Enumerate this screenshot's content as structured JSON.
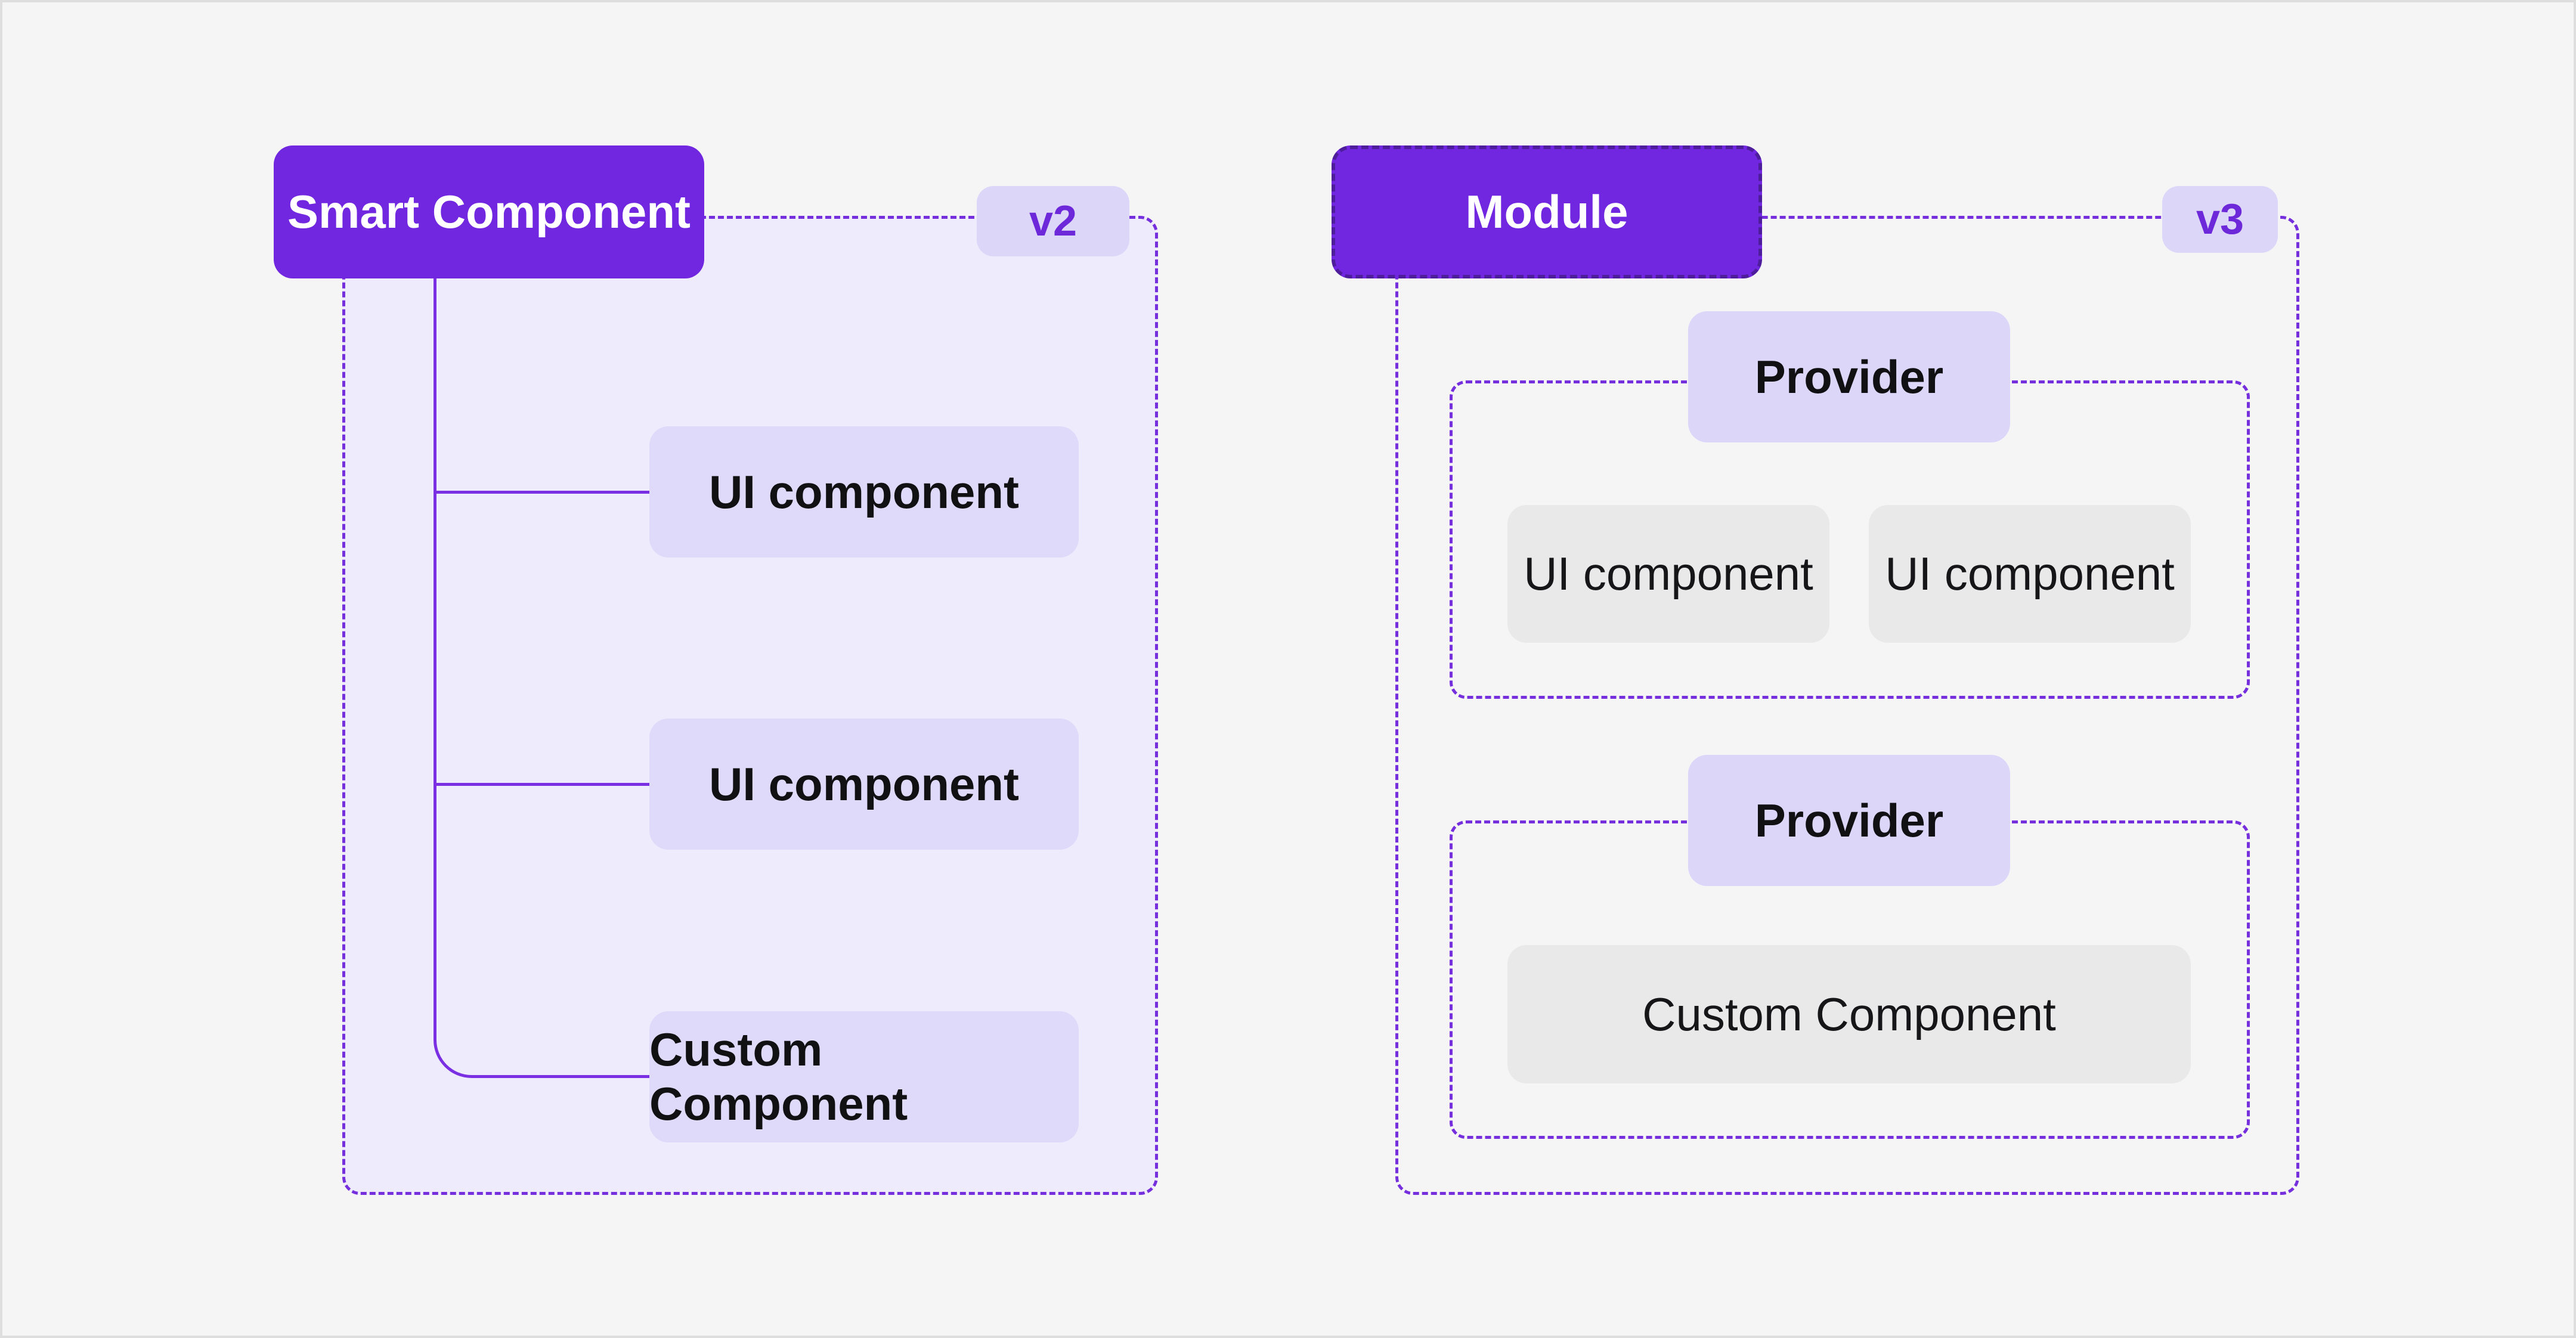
{
  "colors": {
    "background": "#f5f5f6",
    "canvas_border": "#dededf",
    "node_purple": "#7127e0",
    "module_dash_border": "#4e1d9c",
    "scope_dash_purple": "#762fdd",
    "connector_purple": "#7b2fe3",
    "left_scope_fill": "#eeebfc",
    "child_node_fill": "#dfd9fa",
    "badge_fill": "#dcd6f9",
    "badge_text": "#6d28d9",
    "gray_node_fill": "#e9e9ea",
    "text_dark": "#111113",
    "text_light": "#ffffff"
  },
  "left_diagram": {
    "root_label": "Smart Component",
    "version_badge": "v2",
    "children": [
      {
        "label": "UI component"
      },
      {
        "label": "UI component"
      },
      {
        "label": "Custom Component"
      }
    ]
  },
  "right_diagram": {
    "root_label": "Module",
    "version_badge": "v3",
    "providers": [
      {
        "label": "Provider",
        "children": [
          {
            "label": "UI component"
          },
          {
            "label": "UI component"
          }
        ]
      },
      {
        "label": "Provider",
        "children": [
          {
            "label": "Custom Component"
          }
        ]
      }
    ]
  }
}
